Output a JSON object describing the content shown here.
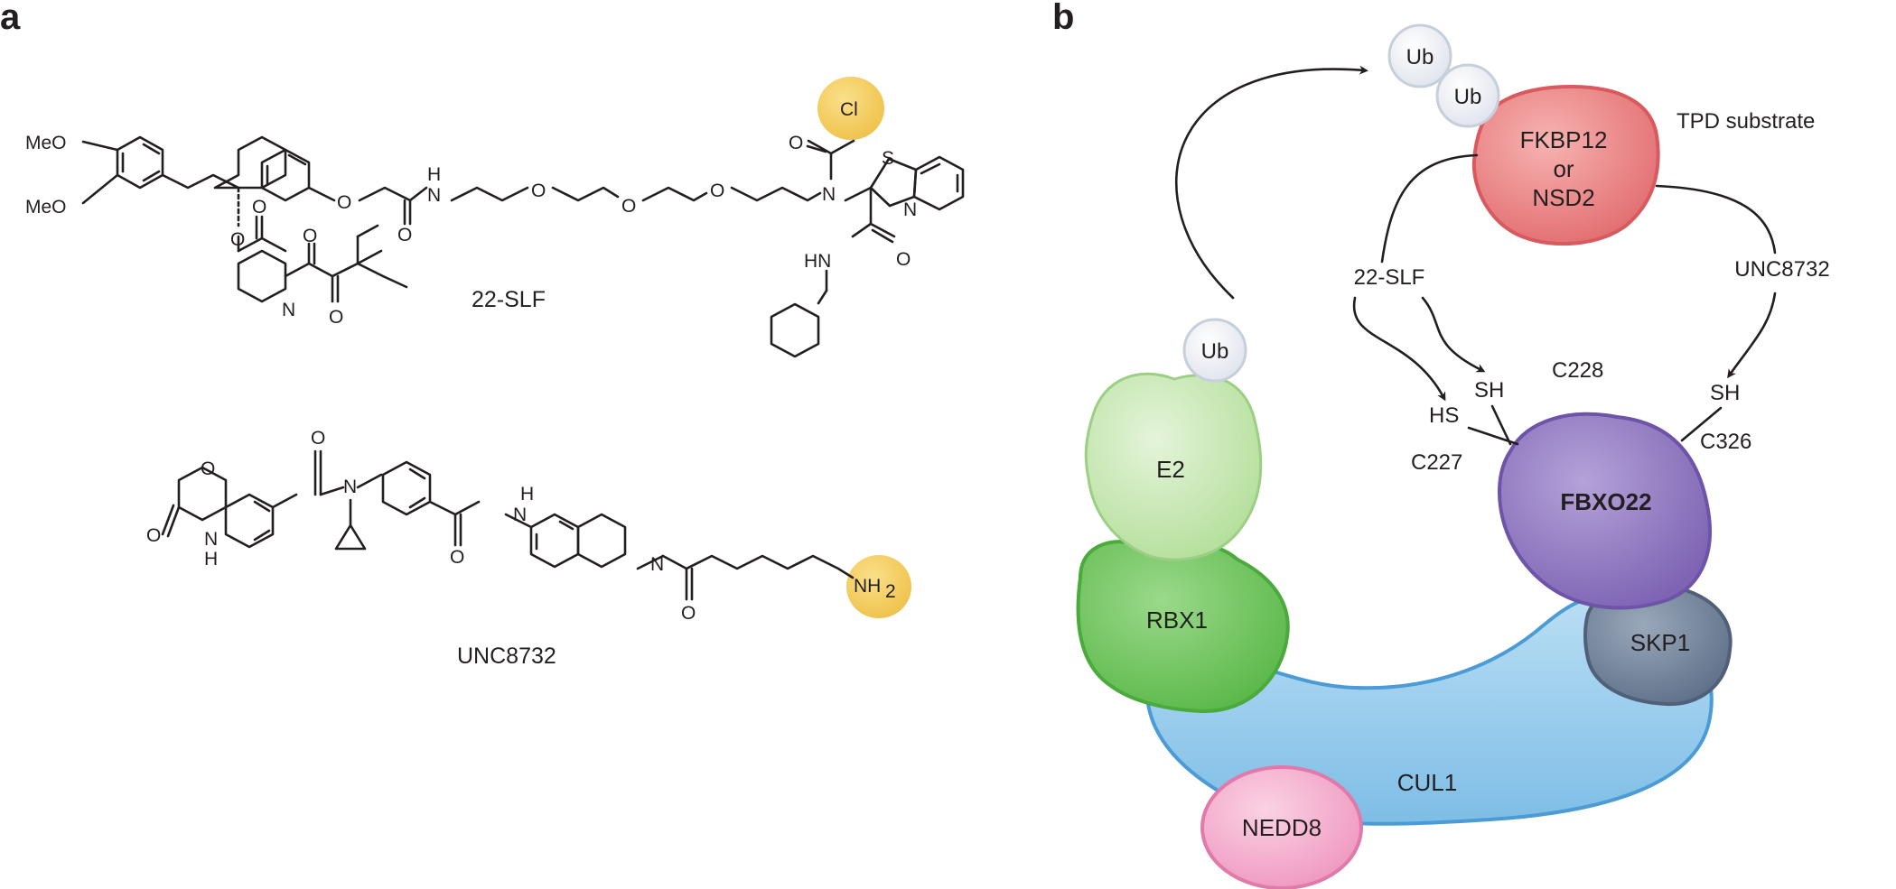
{
  "panels": {
    "a": "a",
    "b": "b"
  },
  "panel_a": {
    "compound1": {
      "name": "22-SLF",
      "atoms": {
        "meo_top": "MeO",
        "meo_bottom": "MeO",
        "ester_o": "O",
        "carbonyl_o": "O",
        "ether_o": "O",
        "amide_o": "O",
        "amide_nh": "H",
        "amide_n": "N",
        "peg_o1": "O",
        "peg_o2": "O",
        "peg_o3": "O",
        "pip_n": "N",
        "keto_o1": "O",
        "keto_o2": "O",
        "tert_n": "N",
        "chloroacetyl_o": "O",
        "cl": "Cl",
        "thiazole_s": "S",
        "thiazole_n": "N",
        "hn": "HN",
        "benzylamide_o": "O"
      }
    },
    "compound2": {
      "name": "UNC8732",
      "atoms": {
        "ring_o": "O",
        "lactam_o": "O",
        "lactam_n": "N",
        "lactam_h": "H",
        "amide_o": "O",
        "amide_n": "N",
        "anilide_h": "H",
        "anilide_n": "N",
        "anilide_o": "O",
        "thiq_n": "N",
        "hexanoyl_o": "O",
        "nh2": "NH",
        "nh2_sub": "2"
      }
    },
    "highlight_color": "#f4c959"
  },
  "panel_b": {
    "ub1": "Ub",
    "ub2": "Ub",
    "ub3": "Ub",
    "substrate": "FKBP12\nor\nNSD2",
    "substrate_lines": [
      "FKBP12",
      "or",
      "NSD2"
    ],
    "tpd_label": "TPD substrate",
    "ligand1": "22-SLF",
    "ligand2": "UNC8732",
    "sh_left": "SH",
    "hs_left": "HS",
    "sh_right": "SH",
    "c228": "C228",
    "c227": "C227",
    "c326": "C326",
    "fbxo22": "FBXO22",
    "e2": "E2",
    "rbx1": "RBX1",
    "skp1": "SKP1",
    "cul1": "CUL1",
    "nedd8": "NEDD8",
    "colors": {
      "substrate": "#e8787a",
      "fbxo22": "#8c73bd",
      "e2": "#c7e8b3",
      "rbx1": "#6cc25a",
      "skp1": "#6d7f96",
      "cul1": "#8cc7ea",
      "nedd8": "#f3a6c8",
      "ub": "#f0f2f7"
    }
  }
}
